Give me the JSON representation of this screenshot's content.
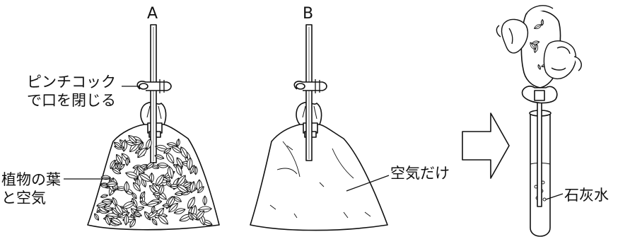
{
  "labels": {
    "bag_a": "A",
    "bag_b": "B",
    "pinchcock_line1": "ピンチコック",
    "pinchcock_line2": "で口を閉じる",
    "leaves_line1": "植物の葉",
    "leaves_line2": "と空気",
    "air_only": "空気だけ",
    "limewater": "石灰水"
  },
  "colors": {
    "ink": "#111111",
    "background": "#ffffff"
  },
  "icons": {
    "arrow": "right-arrow-icon",
    "pinchcock": "pinchcock-icon",
    "hands": "hands-icon"
  }
}
